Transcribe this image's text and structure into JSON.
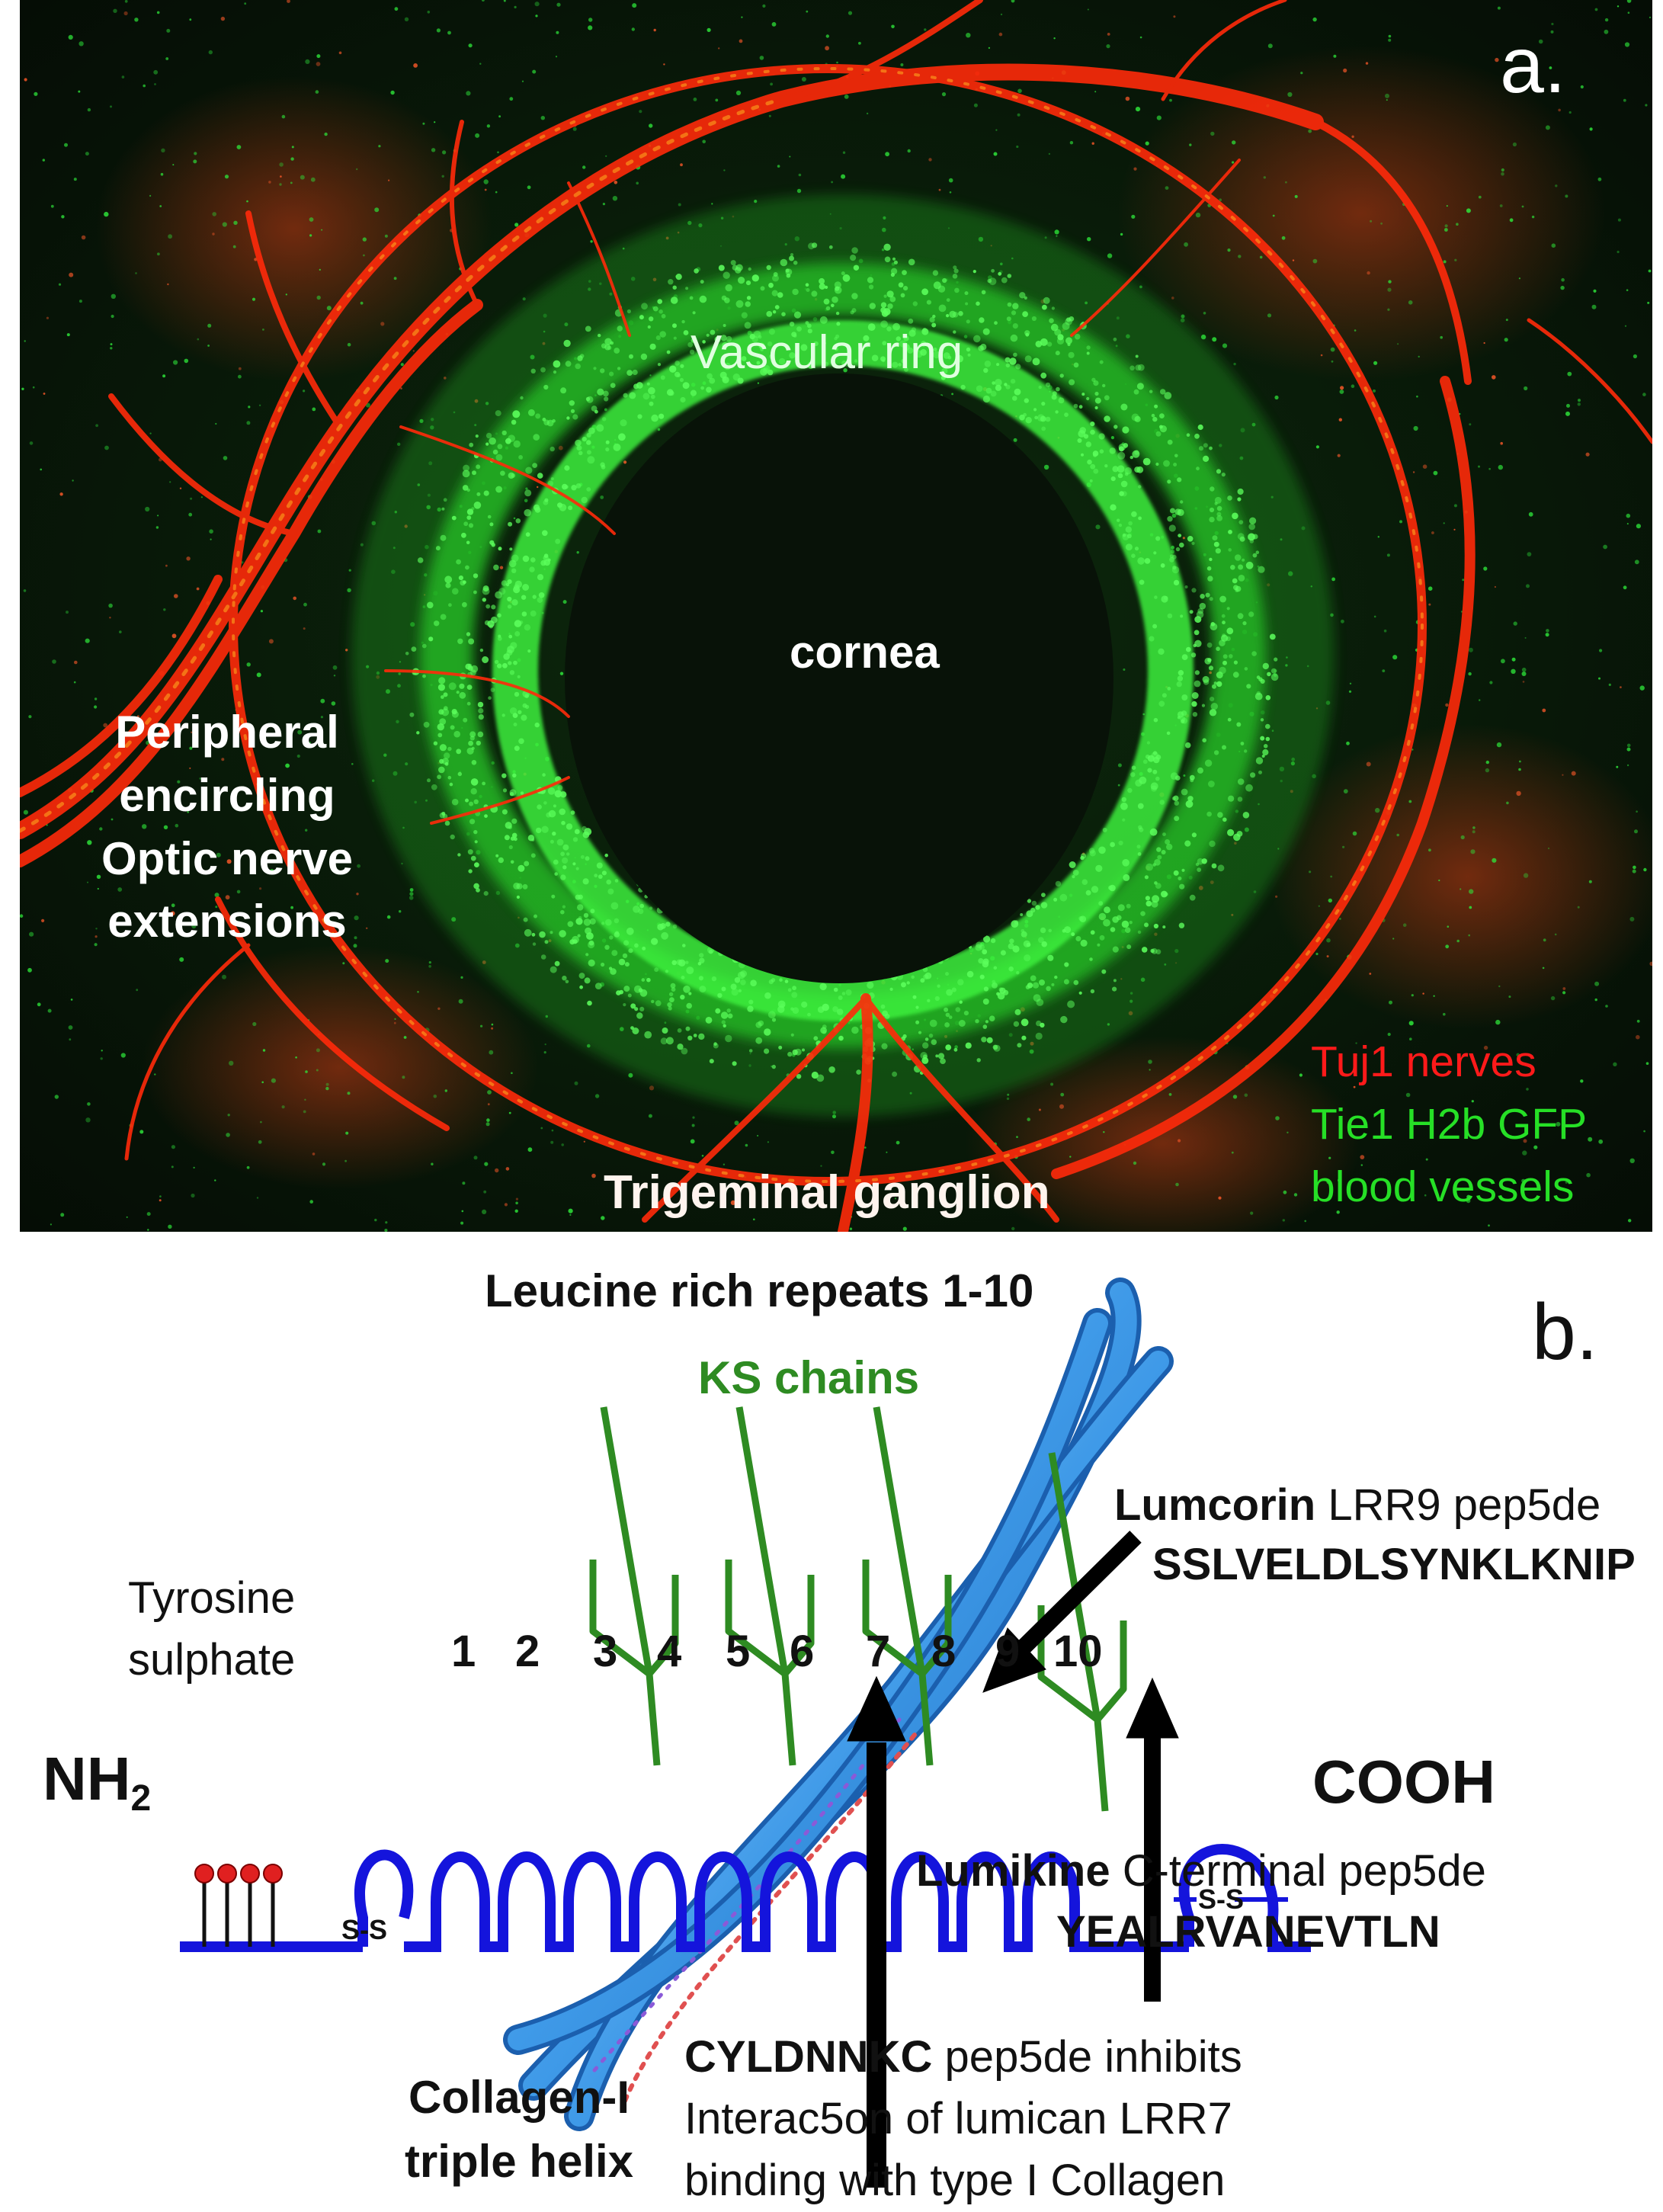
{
  "panel_a": {
    "letter": "a.",
    "vascular_ring": "Vascular ring",
    "cornea": "cornea",
    "peripheral": "Peripheral encircling Optic nerve extensions",
    "trigeminal": "Trigeminal ganglion",
    "legend": [
      "Tuj1 nerves",
      "Tie1 H2b GFP",
      "blood vessels"
    ],
    "colors": {
      "nerves": "#ff2a0a",
      "vessels": "#2ee63a",
      "background": "#0a1608",
      "cornea": "#081208"
    }
  },
  "panel_b": {
    "letter": "b.",
    "title": "Leucine rich repeats 1-10",
    "ks_chains": "KS chains",
    "tyrosine": "Tyrosine sulphate",
    "nh2": "NH",
    "nh2_sub": "2",
    "cooh": "COOH",
    "ss_left": "S-S",
    "ss_right": "S-S",
    "lrr_numbers": [
      "1",
      "2",
      "3",
      "4",
      "5",
      "6",
      "7",
      "8",
      "9",
      "10"
    ],
    "lumcorin": {
      "name": "Lumcorin",
      "desc": " LRR9 pep5de",
      "sequence": "SSLVELDLSYNKLKNIP"
    },
    "lumikine": {
      "name": "Lumikine",
      "desc": " C-terminal pep5de",
      "sequence": "YEALRVANEVTLN"
    },
    "cyldnnkc": {
      "name": "CYLDNNKC",
      "line1_rest": " pep5de inhibits",
      "line2": "Interac5on of lumican LRR7",
      "line3": "binding with type I Collagen"
    },
    "collagen": "Collagen-I triple helix",
    "colors": {
      "backbone": "#1414dc",
      "ks": "#2e8b22",
      "helix": "#4aa8f0",
      "tyrosine": "#e02020"
    }
  }
}
